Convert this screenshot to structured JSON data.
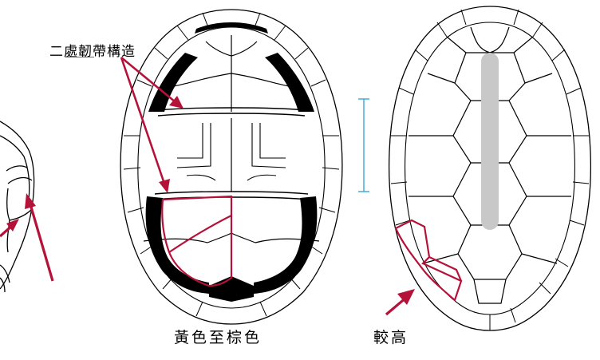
{
  "labels": {
    "hinge_structure": "二處韌帶構造",
    "plastron_color": "黃色至棕色",
    "carapace_higher": "較高"
  },
  "colors": {
    "outline": "#000000",
    "highlight": "#b5123a",
    "measure": "#38a8d6",
    "ridge": "#c8c8c8",
    "underline": "#1a9b2c"
  }
}
